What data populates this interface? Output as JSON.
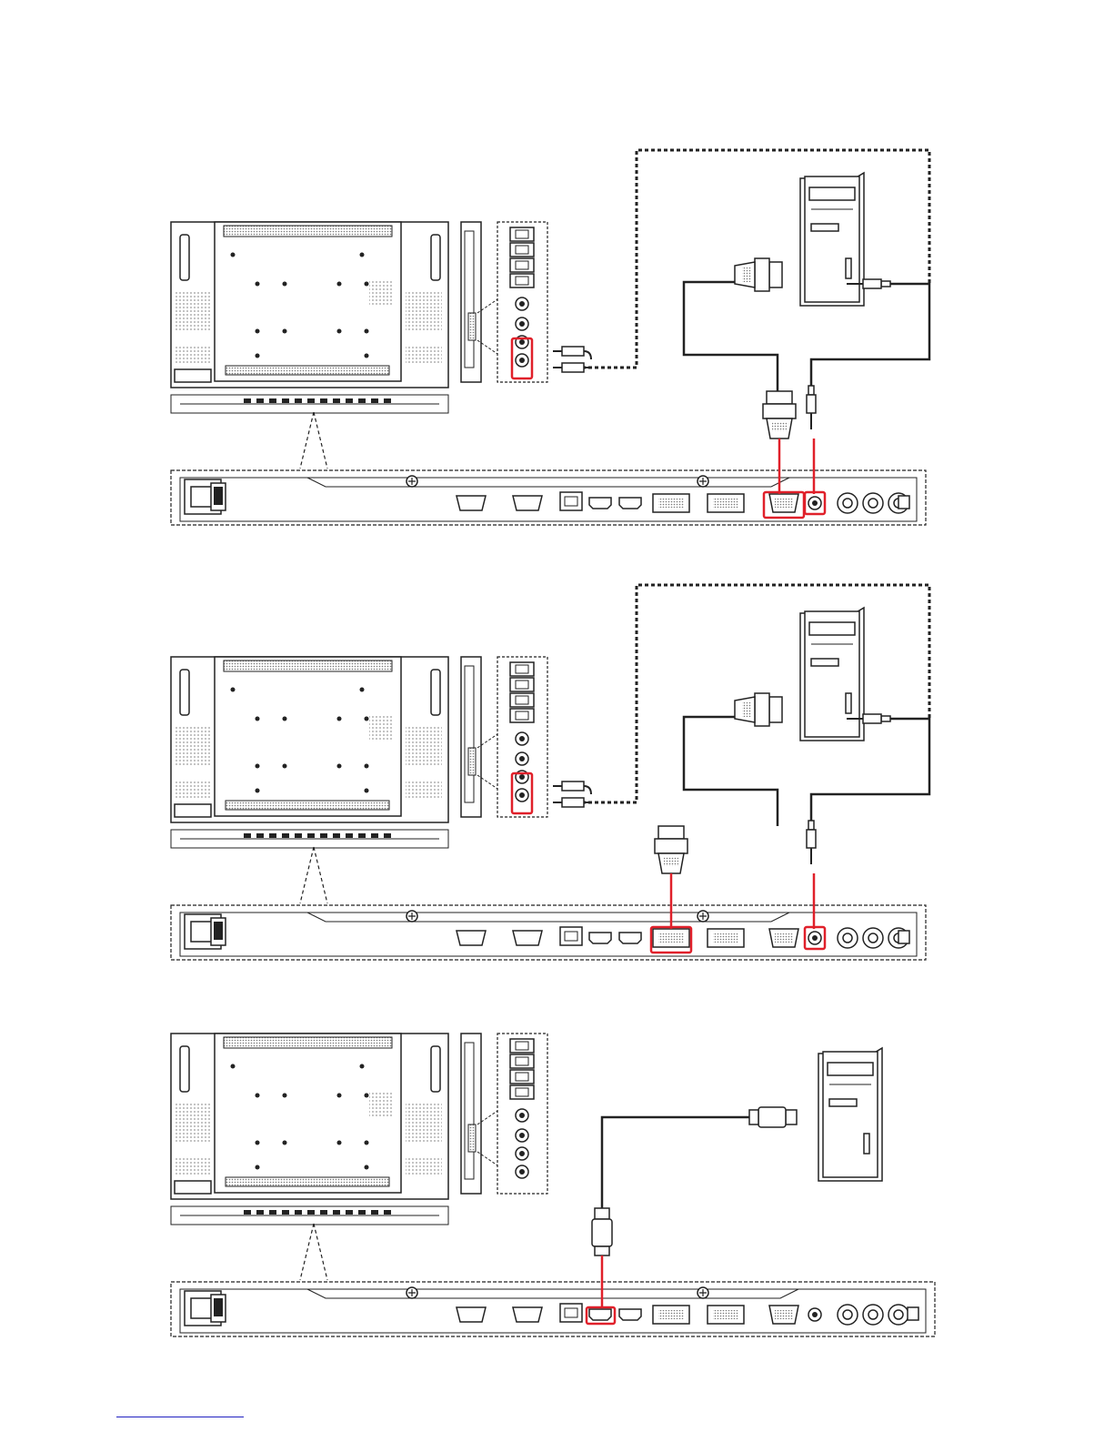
{
  "colors": {
    "line": "#222222",
    "highlight": "#e0202a",
    "fill": "#ffffff",
    "dots": "#aaaaaa",
    "footer_rule": "#2020c0"
  },
  "diagrams": [
    {
      "name": "connection-vga-audio",
      "source_cable_end": "vga-connector",
      "display_port_highlighted": "vga-in",
      "audio": true,
      "audio_port_highlighted": "pc-audio-in",
      "av_output_highlighted": true
    },
    {
      "name": "connection-dvi-audio",
      "source_cable_end": "dvi-connector",
      "display_port_highlighted": "dvi-in",
      "audio": true,
      "audio_port_highlighted": "pc-audio-in",
      "av_output_highlighted": true
    },
    {
      "name": "connection-hdmi",
      "source_cable_end": "hdmi-connector",
      "display_port_highlighted": "hdmi-in",
      "audio": false,
      "audio_port_highlighted": "",
      "av_output_highlighted": false
    }
  ]
}
